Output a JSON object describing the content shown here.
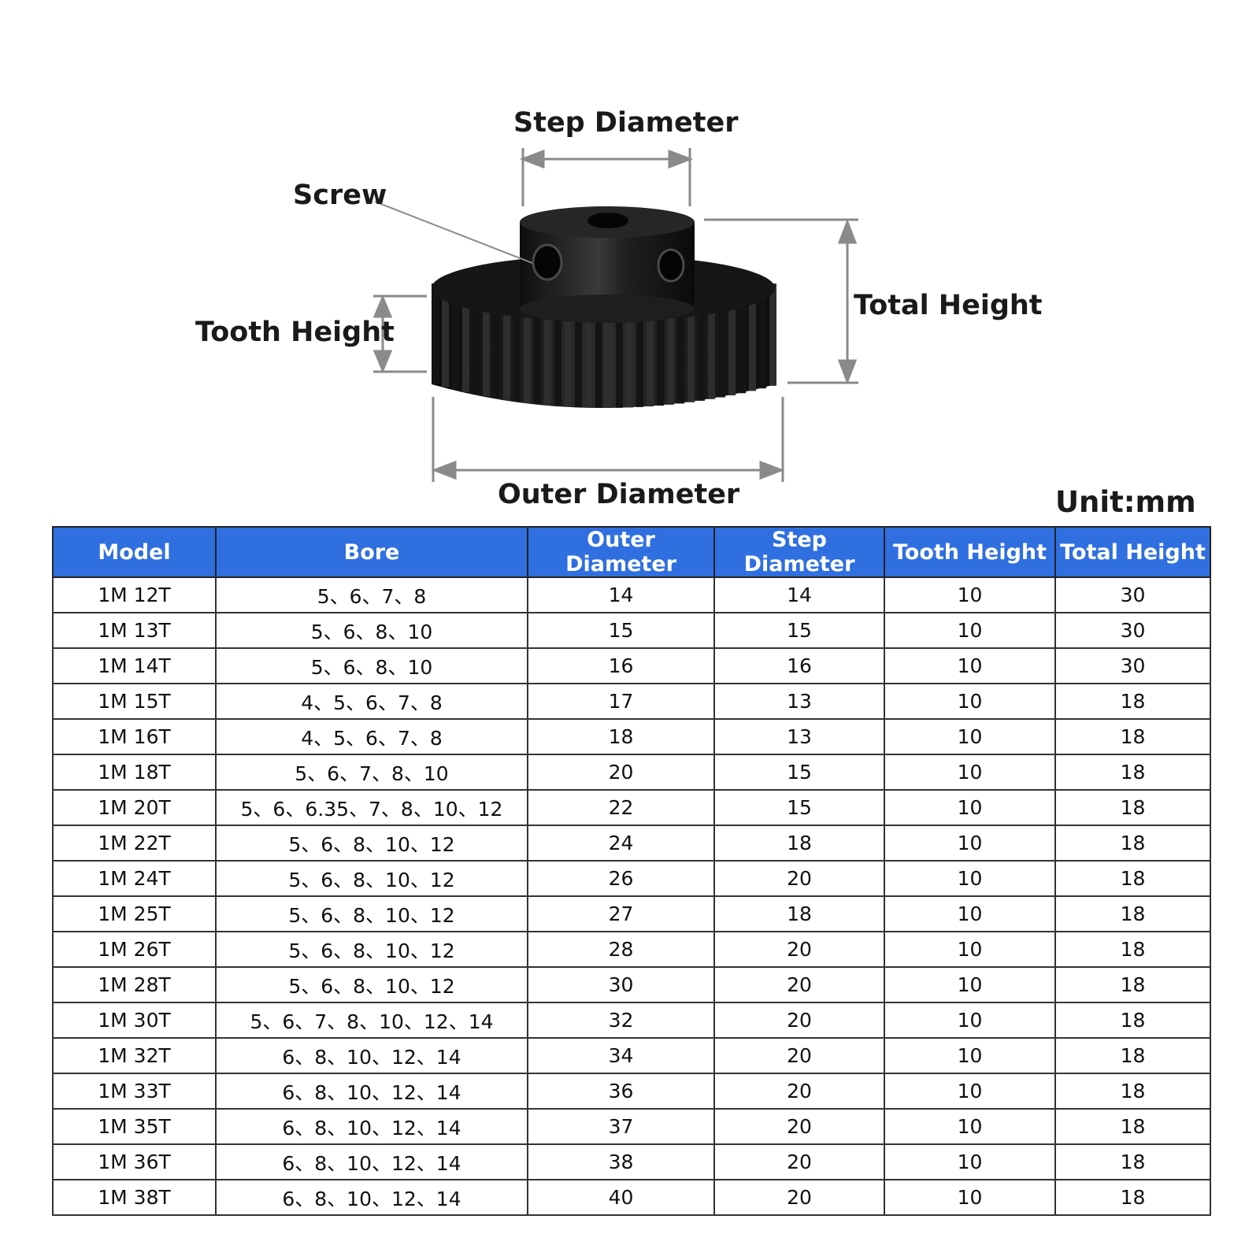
{
  "diagram": {
    "labels": {
      "step_diameter": "Step Diameter",
      "screw": "Screw",
      "total_height": "Total Height",
      "tooth_height": "Tooth Height",
      "outer_diameter": "Outer Diameter"
    },
    "unit": "Unit:mm",
    "colors": {
      "header_bg": "#2f6fe0",
      "header_text": "#ffffff",
      "gear": "#1b1b1b",
      "arrow": "#8a8a8a"
    }
  },
  "table": {
    "headers": [
      "Model",
      "Bore",
      "Outer Diameter",
      "Step Diameter",
      "Tooth Height",
      "Total Height"
    ],
    "rows": [
      [
        "1M 12T",
        "5、6、7、8",
        "14",
        "14",
        "10",
        "30"
      ],
      [
        "1M 13T",
        "5、6、8、10",
        "15",
        "15",
        "10",
        "30"
      ],
      [
        "1M 14T",
        "5、6、8、10",
        "16",
        "16",
        "10",
        "30"
      ],
      [
        "1M 15T",
        "4、5、6、7、8",
        "17",
        "13",
        "10",
        "18"
      ],
      [
        "1M 16T",
        "4、5、6、7、8",
        "18",
        "13",
        "10",
        "18"
      ],
      [
        "1M 18T",
        "5、6、7、8、10",
        "20",
        "15",
        "10",
        "18"
      ],
      [
        "1M 20T",
        "5、6、6.35、7、8、10、12",
        "22",
        "15",
        "10",
        "18"
      ],
      [
        "1M 22T",
        "5、6、8、10、12",
        "24",
        "18",
        "10",
        "18"
      ],
      [
        "1M 24T",
        "5、6、8、10、12",
        "26",
        "20",
        "10",
        "18"
      ],
      [
        "1M 25T",
        "5、6、8、10、12",
        "27",
        "18",
        "10",
        "18"
      ],
      [
        "1M 26T",
        "5、6、8、10、12",
        "28",
        "20",
        "10",
        "18"
      ],
      [
        "1M 28T",
        "5、6、8、10、12",
        "30",
        "20",
        "10",
        "18"
      ],
      [
        "1M 30T",
        "5、6、7、8、10、12、14",
        "32",
        "20",
        "10",
        "18"
      ],
      [
        "1M 32T",
        "6、8、10、12、14",
        "34",
        "20",
        "10",
        "18"
      ],
      [
        "1M 33T",
        "6、8、10、12、14",
        "36",
        "20",
        "10",
        "18"
      ],
      [
        "1M 35T",
        "6、8、10、12、14",
        "37",
        "20",
        "10",
        "18"
      ],
      [
        "1M 36T",
        "6、8、10、12、14",
        "38",
        "20",
        "10",
        "18"
      ],
      [
        "1M 38T",
        "6、8、10、12、14",
        "40",
        "20",
        "10",
        "18"
      ]
    ]
  }
}
